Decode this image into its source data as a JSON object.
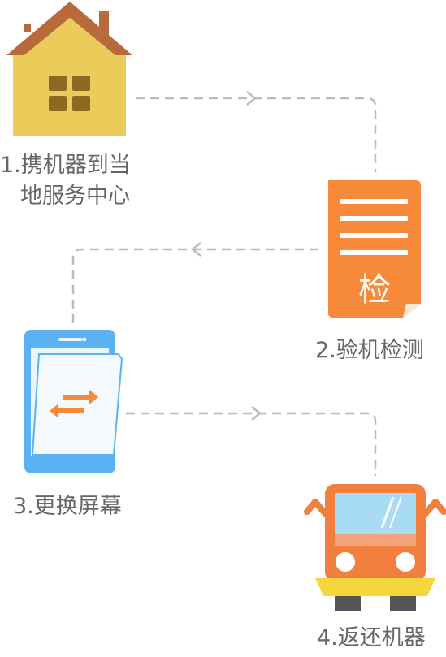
{
  "steps": [
    {
      "line1": "1.携机器到当",
      "line2": "地服务中心",
      "icon": "house-icon"
    },
    {
      "label": "2.验机检测",
      "icon": "inspection-document-icon",
      "badge": "检"
    },
    {
      "label": "3.更换屏幕",
      "icon": "phone-screen-swap-icon"
    },
    {
      "label": "4.返还机器",
      "icon": "delivery-truck-icon"
    }
  ],
  "colors": {
    "house_roof": "#B86A3A",
    "house_wall": "#EBCB5A",
    "house_window": "#8A6A22",
    "doc": "#F7893A",
    "doc_fold": "#F9E7D4",
    "phone": "#5BB2F2",
    "phone_screen": "#EAF5FD",
    "arrow_orange": "#F7893A",
    "truck_body": "#F1803E",
    "truck_glass": "#A8DCF5",
    "truck_bumper": "#F4D63D",
    "truck_wheel": "#555555",
    "connector": "#BBBBBB"
  }
}
